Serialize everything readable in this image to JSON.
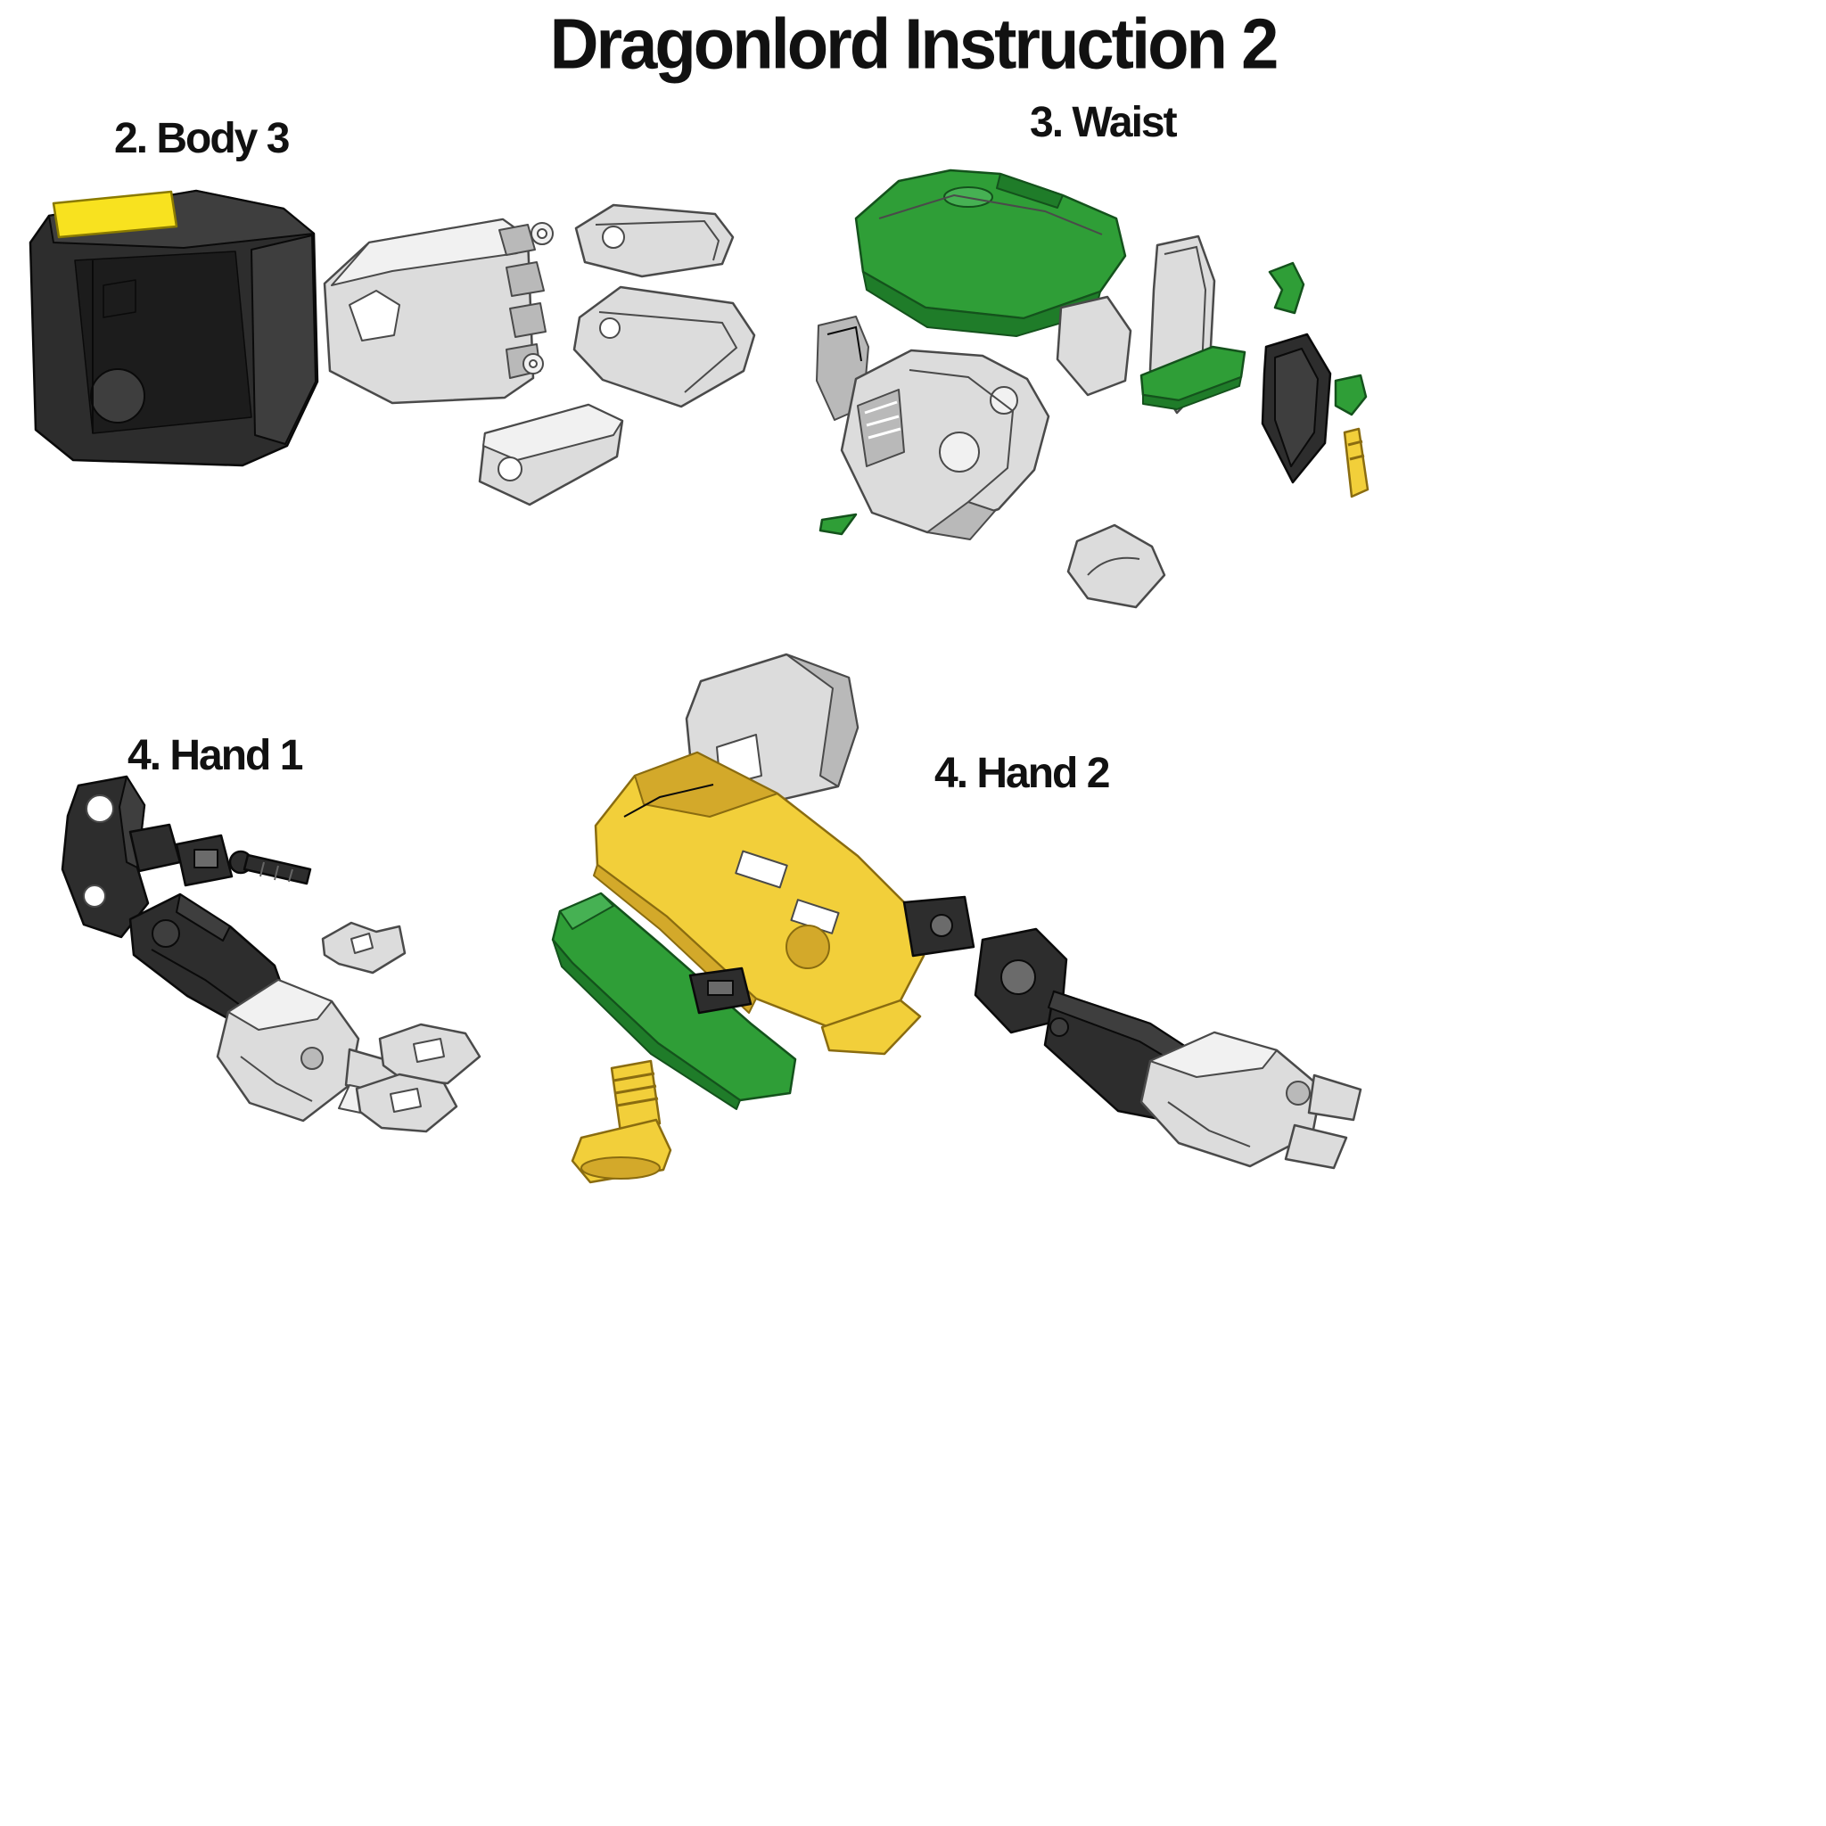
{
  "page": {
    "title": "Dragonlord Instruction 2"
  },
  "sections": {
    "body3": {
      "label": "2. Body 3"
    },
    "waist": {
      "label": "3. Waist"
    },
    "hand1": {
      "label": "4. Hand 1"
    },
    "hand2": {
      "label": "4. Hand 2"
    }
  },
  "palette": {
    "background": "#ffffff",
    "text": "#111111",
    "black_part": "#2d2d2d",
    "gray_part": "#dcdcdc",
    "green_part": "#2f9e37",
    "yellow_part": "#f2cf3a",
    "yellow_bright": "#f8e21f"
  }
}
